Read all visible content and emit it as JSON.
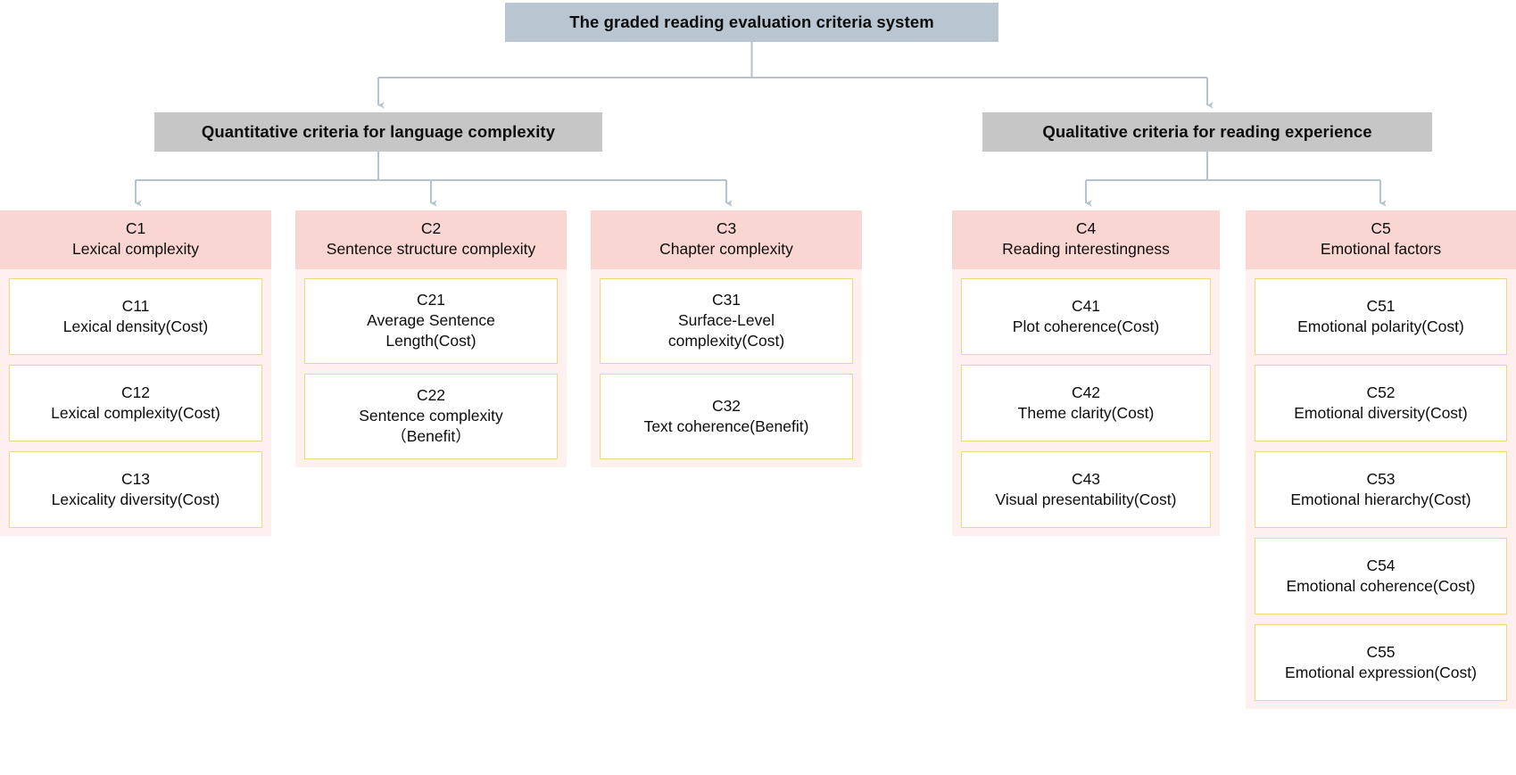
{
  "diagram": {
    "title": "The graded reading evaluation criteria system",
    "colors": {
      "root_box": "#b9c6d2",
      "level2_box": "#c6c6c6",
      "criteria_header": "#f9d6d2",
      "criteria_container": "#fdf0ef",
      "sub_box_border": "#f2d680",
      "sub_box_fill": "#ffffff",
      "connector": "#b4c3ce"
    },
    "level2": [
      {
        "label": "Quantitative criteria for language complexity"
      },
      {
        "label": "Qualitative criteria for reading experience"
      }
    ],
    "criteria": [
      {
        "code": "C1",
        "name": "Lexical complexity",
        "parent": "Quantitative criteria for language complexity",
        "sub": [
          {
            "code": "C11",
            "name": "Lexical density(Cost)",
            "type": "Cost"
          },
          {
            "code": "C12",
            "name": "Lexical complexity(Cost)",
            "type": "Cost"
          },
          {
            "code": "C13",
            "name": "Lexicality diversity(Cost)",
            "type": "Cost"
          }
        ]
      },
      {
        "code": "C2",
        "name": "Sentence structure complexity",
        "parent": "Quantitative criteria for language complexity",
        "sub": [
          {
            "code": "C21",
            "name": "Average Sentence\nLength(Cost)",
            "type": "Cost"
          },
          {
            "code": "C22",
            "name": "Sentence complexity\n（Benefit）",
            "type": "Benefit"
          }
        ]
      },
      {
        "code": "C3",
        "name": "Chapter complexity",
        "parent": "Quantitative criteria for language complexity",
        "sub": [
          {
            "code": "C31",
            "name": "Surface-Level\ncomplexity(Cost)",
            "type": "Cost"
          },
          {
            "code": "C32",
            "name": "Text coherence(Benefit)",
            "type": "Benefit"
          }
        ]
      },
      {
        "code": "C4",
        "name": "Reading interestingness",
        "parent": "Qualitative criteria for reading experience",
        "sub": [
          {
            "code": "C41",
            "name": "Plot coherence(Cost)",
            "type": "Cost"
          },
          {
            "code": "C42",
            "name": "Theme clarity(Cost)",
            "type": "Cost"
          },
          {
            "code": "C43",
            "name": "Visual presentability(Cost)",
            "type": "Cost"
          }
        ]
      },
      {
        "code": "C5",
        "name": "Emotional factors",
        "parent": "Qualitative criteria for reading experience",
        "sub": [
          {
            "code": "C51",
            "name": "Emotional polarity(Cost)",
            "type": "Cost"
          },
          {
            "code": "C52",
            "name": "Emotional diversity(Cost)",
            "type": "Cost"
          },
          {
            "code": "C53",
            "name": "Emotional hierarchy(Cost)",
            "type": "Cost"
          },
          {
            "code": "C54",
            "name": "Emotional coherence(Cost)",
            "type": "Cost"
          },
          {
            "code": "C55",
            "name": "Emotional expression(Cost)",
            "type": "Cost"
          }
        ]
      }
    ]
  }
}
